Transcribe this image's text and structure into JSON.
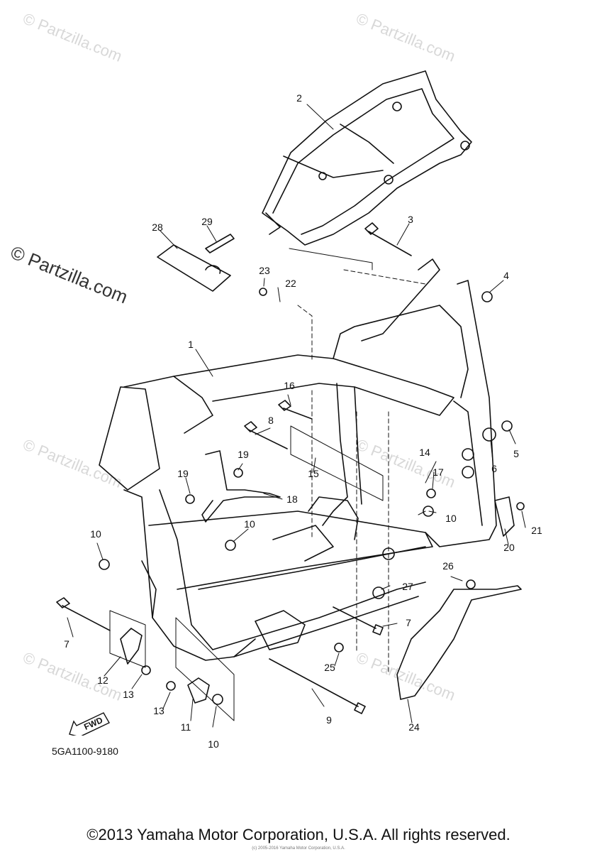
{
  "watermarks": {
    "small": "© Partzilla.com",
    "main": "© Partzilla.com"
  },
  "callouts": {
    "c1": "1",
    "c2": "2",
    "c3": "3",
    "c4": "4",
    "c5": "5",
    "c6": "6",
    "c7a": "7",
    "c7b": "7",
    "c8": "8",
    "c9": "9",
    "c10a": "10",
    "c10b": "10",
    "c10c": "10",
    "c10d": "10",
    "c11": "11",
    "c12": "12",
    "c13a": "13",
    "c13b": "13",
    "c14": "14",
    "c15": "15",
    "c16": "16",
    "c17": "17",
    "c18": "18",
    "c19a": "19",
    "c19b": "19",
    "c20": "20",
    "c21": "21",
    "c22": "22",
    "c23": "23",
    "c24": "24",
    "c25": "25",
    "c26": "26",
    "c27": "27",
    "c28": "28",
    "c29": "29"
  },
  "fwd_label": "FWD",
  "diagram_code": "5GA1100-9180",
  "footer": "©2013 Yamaha Motor Corporation, U.S.A. All rights reserved.",
  "fine_print": "(c) 2005-2016 Yamaha Motor Corporation, U.S.A."
}
